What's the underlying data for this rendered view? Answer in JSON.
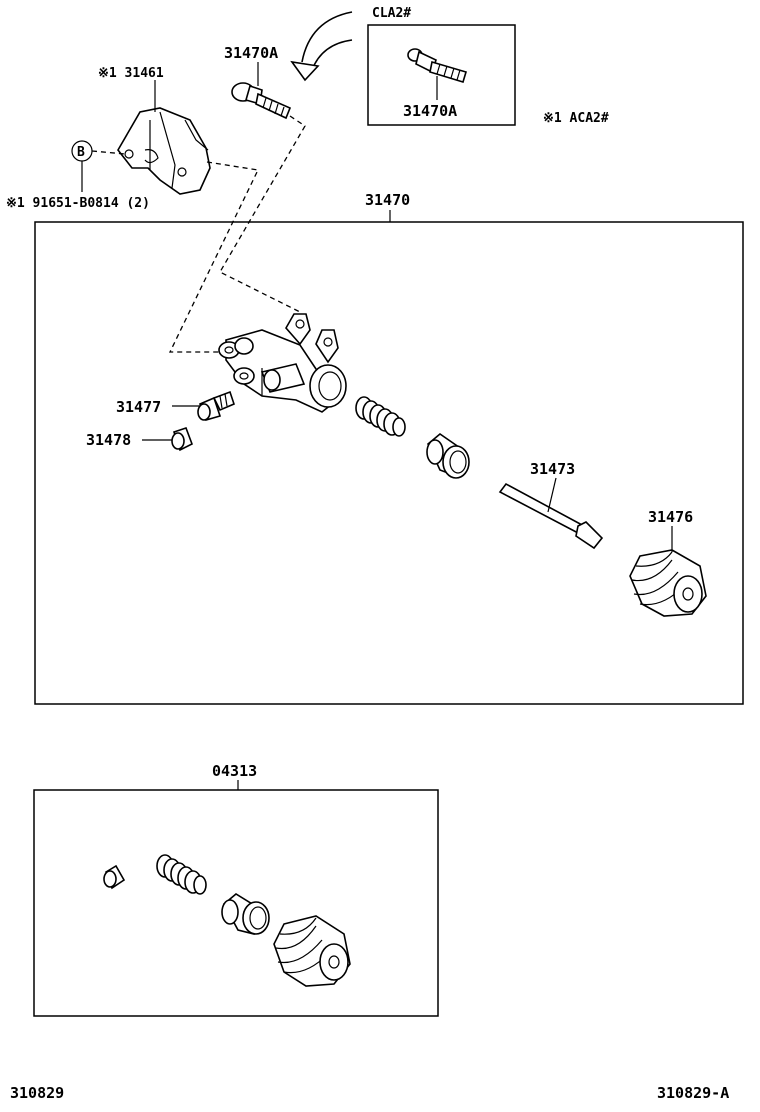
{
  "labels": {
    "p31461": "※1 31461",
    "p31470A_main": "31470A",
    "variant_code": "CLA2#",
    "p31470A_inset": "31470A",
    "note_aca2": "※1 ACA2#",
    "callout_b": "B",
    "p91651": "※1 91651-B0814 (2)",
    "p31470": "31470",
    "p31477": "31477",
    "p31478": "31478",
    "p31473": "31473",
    "p31476": "31476",
    "p04313": "04313",
    "footer_left": "310829",
    "footer_right": "310829-A"
  }
}
